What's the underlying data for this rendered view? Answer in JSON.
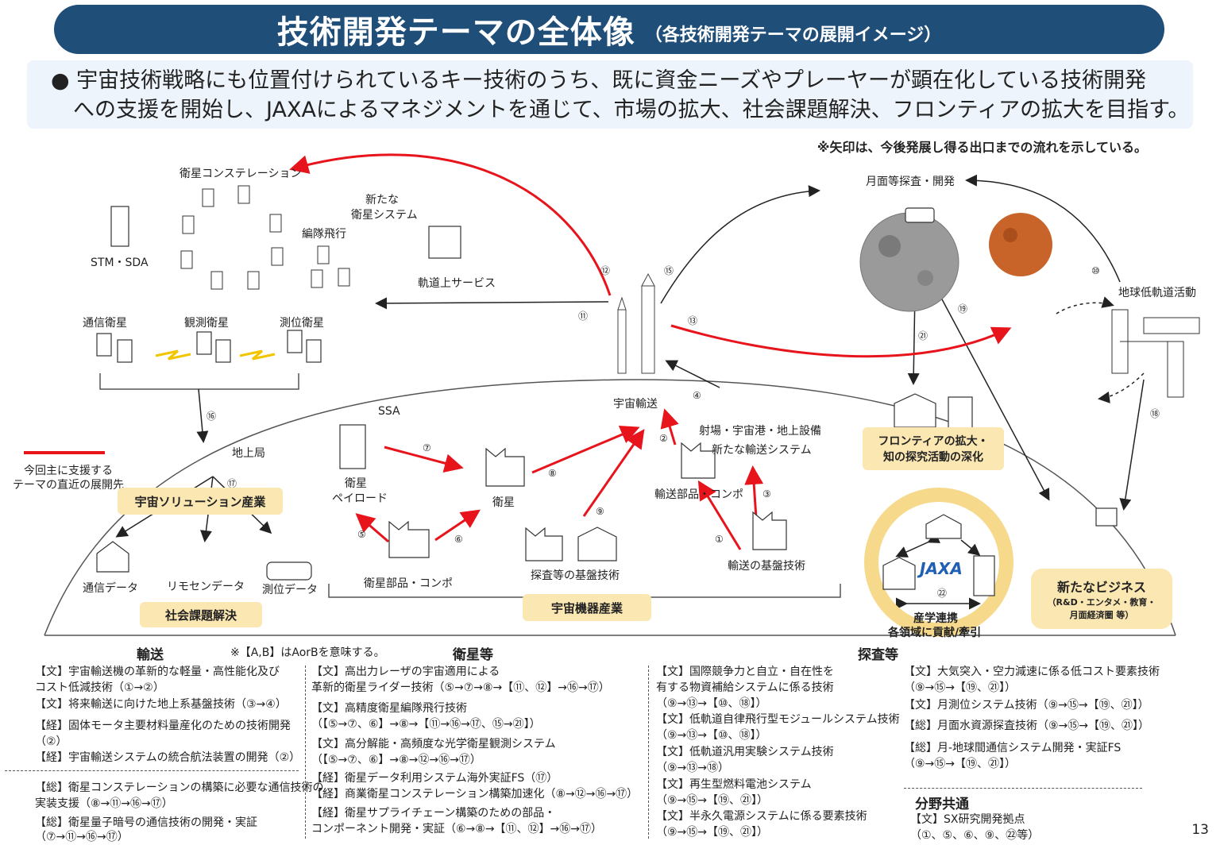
{
  "header": {
    "title": "技術開発テーマの全体像",
    "subtitle": "（各技術開発テーマの展開イメージ）"
  },
  "summary": {
    "line1": "● 宇宙技術戦略にも位置付けられているキー技術のうち、既に資金ニーズやプレーヤーが顕在化している技術開発",
    "line2": "への支援を開始し、JAXAによるマネジメントを通じて、市場の拡大、社会課題解決、フロンティアの拡大を目指す。"
  },
  "note": "※矢印は、今後発展し得る出口までの流れを示している。",
  "legend": {
    "line1": "今回主に支援する",
    "line2": "テーマの直近の展開先"
  },
  "labels": {
    "constellation": "衛星コンステレーション",
    "stm": "STM・SDA",
    "new_sat_1": "新たな",
    "new_sat_2": "衛星システム",
    "formation": "編隊飛行",
    "onorbit": "軌道上サービス",
    "comm_sat": "通信衛星",
    "obs_sat": "観測衛星",
    "pos_sat": "測位衛星",
    "ssa": "SSA",
    "ground": "地上局",
    "transport": "宇宙輸送",
    "spaceport": "射場・宇宙港・地上設備",
    "new_transport": "新たな輸送システム",
    "moon": "月面等探査・開発",
    "leo": "地球低軌道活動",
    "payload_1": "衛星",
    "payload_2": "ペイロード",
    "sat": "衛星",
    "sat_parts": "衛星部品・コンポ",
    "base_tech": "探査等の基盤技術",
    "trans_parts": "輸送部品・コンポ",
    "trans_base": "輸送の基盤技術",
    "comm_data": "通信データ",
    "rs_data": "リモセンデータ",
    "pos_data": "測位データ",
    "jaxa": "JAXA"
  },
  "tags": {
    "solution": "宇宙ソリューション産業",
    "social": "社会課題解決",
    "equipment": "宇宙機器産業",
    "frontier_1": "フロンティアの拡大・",
    "frontier_2": "知の探究活動の深化",
    "biz_1": "新たなビジネス",
    "biz_2": "（R&D・エンタメ・教育・",
    "biz_3": "月面経済圏 等）",
    "academia_1": "産学連携",
    "academia_2": "各領域に貢献/牽引"
  },
  "nums": {
    "n1": "①",
    "n2": "②",
    "n3": "③",
    "n4": "④",
    "n5": "⑤",
    "n6": "⑥",
    "n7": "⑦",
    "n8": "⑧",
    "n9": "⑨",
    "n10": "⑩",
    "n11": "⑪",
    "n12": "⑫",
    "n13": "⑬",
    "n15": "⑮",
    "n16": "⑯",
    "n17": "⑰",
    "n18": "⑱",
    "n19": "⑲",
    "n21": "㉑",
    "n22": "㉒"
  },
  "sections": {
    "transport": {
      "heading": "輸送",
      "note": "※【A,B】はAorBを意味する。",
      "lines": [
        "【文】宇宙輸送機の革新的な軽量・高性能化及び",
        "コスト低減技術（①→②）",
        "【文】将来輸送に向けた地上系基盤技術（③→④）",
        "【経】固体モータ主要材料量産化のための技術開発",
        "（②）",
        "【経】宇宙輸送システムの統合航法装置の開発（②）",
        "【総】衛星コンステレーションの構築に必要な通信技術の",
        "実装支援（⑧→⑪→⑯→⑰）",
        "【総】衛星量子暗号の通信技術の開発・実証",
        "（⑦→⑪→⑯→⑰）"
      ]
    },
    "satellite": {
      "heading": "衛星等",
      "lines": [
        "【文】高出力レーザの宇宙適用による",
        "革新的衛星ライダー技術（⑤→⑦→⑧→【⑪、⑫】→⑯→⑰）",
        "【文】高精度衛星編隊飛行技術",
        "（【⑤→⑦、⑥】→⑧→【⑪→⑯→⑰、⑮→㉑】）",
        "【文】高分解能・高頻度な光学衛星観測システム",
        "（【⑤→⑦、⑥】→⑧→⑫→⑯→⑰）",
        "【経】衛星データ利用システム海外実証FS（⑰）",
        "【経】商業衛星コンステレーション構築加速化（⑧→⑫→⑯→⑰）",
        "【経】衛星サプライチェーン構築のための部品・",
        "コンポーネント開発・実証（⑥→⑧→【⑪、⑫】→⑯→⑰）"
      ]
    },
    "exploration": {
      "heading": "探査等",
      "lines_a": [
        "【文】国際競争力と自立・自在性を",
        "有する物資補給システムに係る技術",
        "（⑨→⑬→【⑩、⑱】）",
        "【文】低軌道自律飛行型モジュールシステム技術",
        "（⑨→⑬→【⑩、⑱】）",
        "【文】低軌道汎用実験システム技術",
        "（⑨→⑬→⑱）",
        "【文】再生型燃料電池システム",
        "（⑨→⑮→【⑲、㉑】）",
        "【文】半永久電源システムに係る要素技術",
        "（⑨→⑮→【⑲、㉑】）"
      ],
      "lines_b": [
        "【文】大気突入・空力減速に係る低コスト要素技術",
        "（⑨→⑮→【⑲、㉑】）",
        "【文】月測位システム技術（⑨→⑮→【⑲、㉑】）",
        "【総】月面水資源探査技術（⑨→⑮→【⑲、㉑】）",
        "【総】月-地球間通信システム開発・実証FS",
        "（⑨→⑮→【⑲、㉑】）"
      ]
    },
    "common": {
      "heading": "分野共通",
      "lines": [
        "【文】SX研究開発拠点",
        "（①、⑤、⑥、⑨、㉒等）"
      ]
    }
  },
  "page_number": "13",
  "colors": {
    "navy": "#1f4e79",
    "red": "#e8141c",
    "tag": "#fbe7b2"
  }
}
